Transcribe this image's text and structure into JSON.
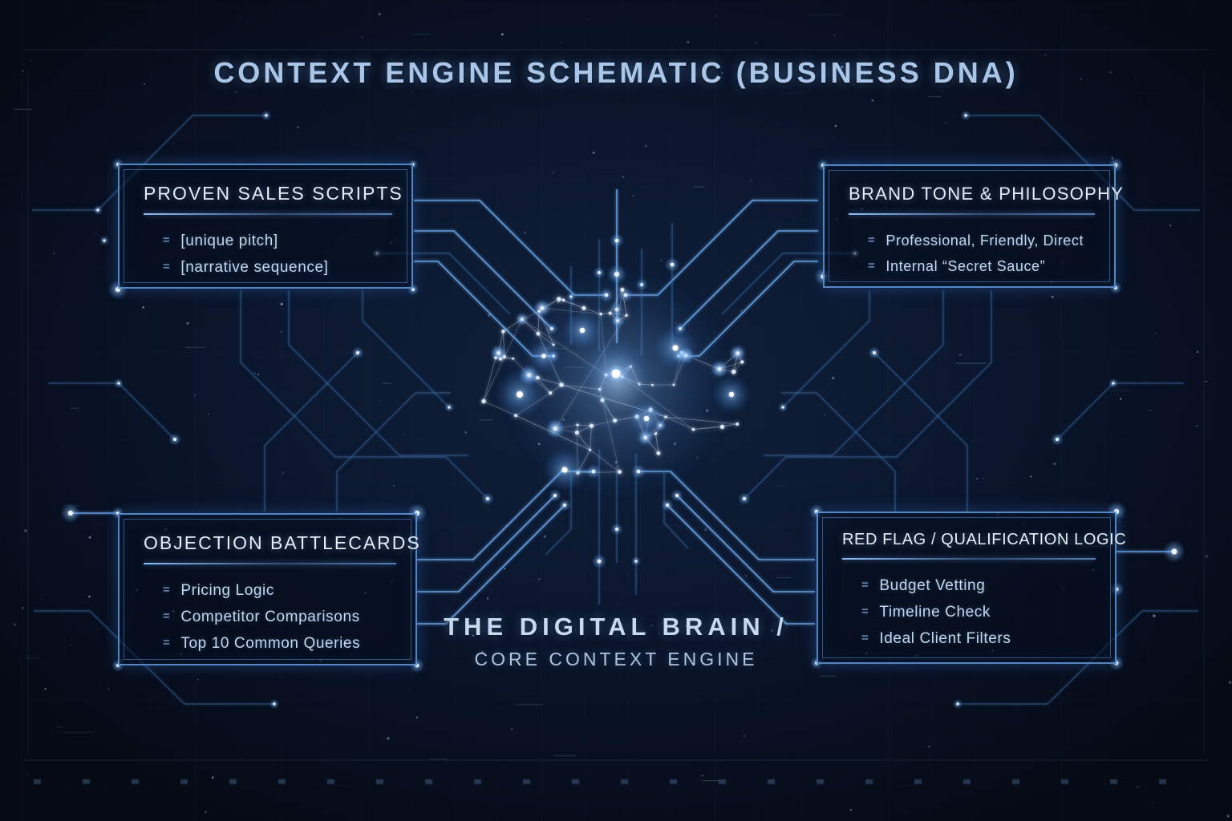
{
  "title": "CONTEXT ENGINE SCHEMATIC (BUSINESS DNA)",
  "bullet_marker": "=",
  "panels": {
    "top_left": {
      "title": "PROVEN SALES SCRIPTS",
      "items": [
        "[unique pitch]",
        "[narrative sequence]"
      ]
    },
    "top_right": {
      "title": "BRAND TONE & PHILOSOPHY",
      "items": [
        "Professional, Friendly, Direct",
        "Internal “Secret Sauce”"
      ]
    },
    "bottom_left": {
      "title": "OBJECTION BATTLECARDS",
      "items": [
        "Pricing Logic",
        "Competitor Comparisons",
        "Top 10 Common Queries"
      ]
    },
    "bottom_right": {
      "title": "RED FLAG / QUALIFICATION LOGIC",
      "items": [
        "Budget Vetting",
        "Timeline Check",
        "Ideal Client Filters"
      ]
    }
  },
  "center": {
    "icon": "neural-network-brain-icon",
    "label_line1": "THE DIGITAL BRAIN /",
    "label_line2": "CORE CONTEXT ENGINE"
  },
  "colors": {
    "background": "#081120",
    "accent_glow": "#6fb0ff",
    "trace": "#38689e",
    "trace_bright": "#6aa6e8",
    "text_primary": "#e4eefa",
    "text_secondary": "#c4d7ec",
    "title": "#a9c6e8"
  }
}
